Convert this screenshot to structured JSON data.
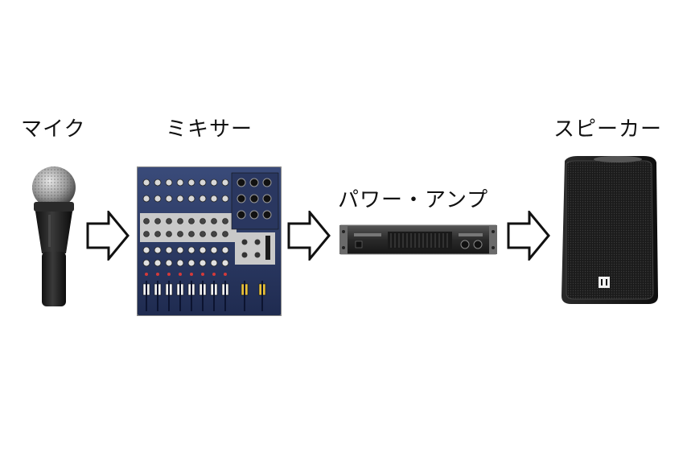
{
  "labels": {
    "mic": "マイク",
    "mixer": "ミキサー",
    "amp": "パワー・アンプ",
    "speaker": "スピーカー"
  },
  "colors": {
    "arrow_stroke": "#111111",
    "arrow_fill": "#ffffff",
    "mixer_body": "#2b3a66",
    "device_dark": "#1a1a1a"
  },
  "icons": [
    "microphone-icon",
    "mixer-icon",
    "amplifier-icon",
    "speaker-icon",
    "arrow-right-icon"
  ]
}
